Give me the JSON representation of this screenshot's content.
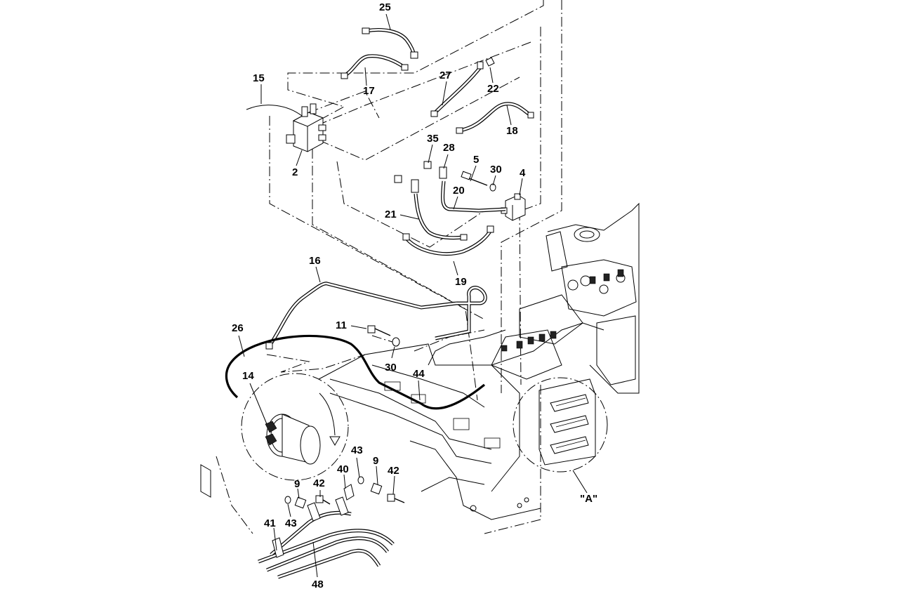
{
  "callouts": [
    {
      "id": "c25",
      "text": "25"
    },
    {
      "id": "c15",
      "text": "15"
    },
    {
      "id": "c17",
      "text": "17"
    },
    {
      "id": "c27",
      "text": "27"
    },
    {
      "id": "c22",
      "text": "22"
    },
    {
      "id": "c18",
      "text": "18"
    },
    {
      "id": "c35",
      "text": "35"
    },
    {
      "id": "c28",
      "text": "28"
    },
    {
      "id": "c5",
      "text": "5"
    },
    {
      "id": "c30a",
      "text": "30"
    },
    {
      "id": "c4",
      "text": "4"
    },
    {
      "id": "c2",
      "text": "2"
    },
    {
      "id": "c20",
      "text": "20"
    },
    {
      "id": "c21",
      "text": "21"
    },
    {
      "id": "c16",
      "text": "16"
    },
    {
      "id": "c19",
      "text": "19"
    },
    {
      "id": "c26",
      "text": "26"
    },
    {
      "id": "c11",
      "text": "11"
    },
    {
      "id": "c30b",
      "text": "30"
    },
    {
      "id": "c44",
      "text": "44"
    },
    {
      "id": "c14",
      "text": "14"
    },
    {
      "id": "c43a",
      "text": "43"
    },
    {
      "id": "c9a",
      "text": "9"
    },
    {
      "id": "c42a",
      "text": "42"
    },
    {
      "id": "c40",
      "text": "40"
    },
    {
      "id": "c9b",
      "text": "9"
    },
    {
      "id": "c42b",
      "text": "42"
    },
    {
      "id": "c43b",
      "text": "43"
    },
    {
      "id": "c41",
      "text": "41"
    },
    {
      "id": "c48",
      "text": "48"
    },
    {
      "id": "cA",
      "text": "\"A\""
    }
  ]
}
